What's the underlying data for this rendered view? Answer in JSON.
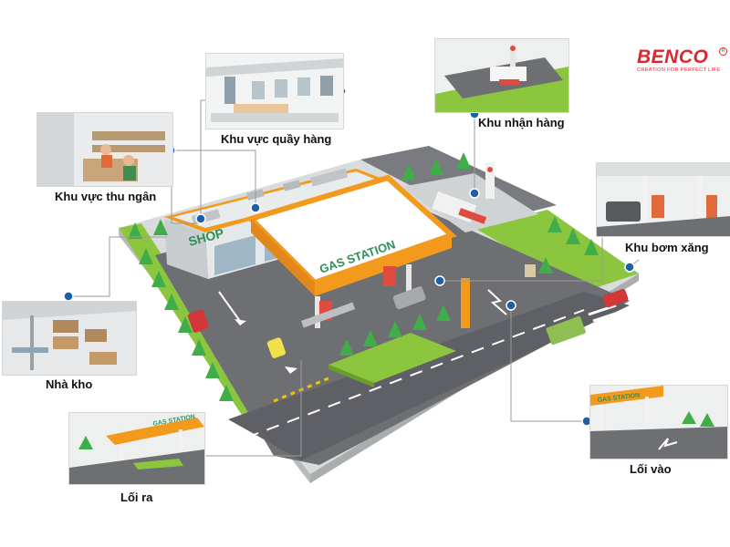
{
  "logo": {
    "name": "BENCO",
    "tagline": "CREATION FOR PERFECT LIFE"
  },
  "map": {
    "shop_sign": "SHOP",
    "canopy_sign": "GAS STATION"
  },
  "callouts": {
    "display_area": "Khu vực quầy hàng",
    "receiving_area": "Khu nhận hàng",
    "cashier_area": "Khu vực thu ngân",
    "pump_area": "Khu bơm xăng",
    "warehouse": "Nhà kho",
    "exit": "Lối ra",
    "entrance": "Lối vào",
    "exit_inset_sign": "GAS STATION",
    "entrance_inset_sign": "GAS STATION"
  },
  "colors": {
    "accent_orange": "#f39a1c",
    "callout_dot": "#1f5fa8",
    "road": "#6e6f73",
    "grass": "#8cc63f",
    "sign_green": "#2f8f58",
    "brand_red": "#d9282f"
  }
}
